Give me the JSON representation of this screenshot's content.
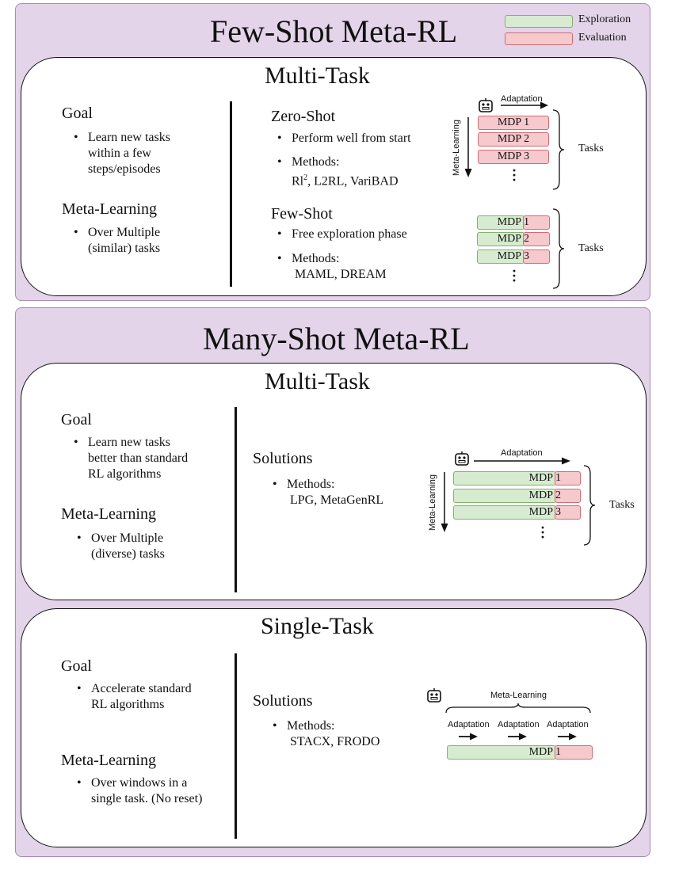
{
  "legend": {
    "exploration": "Exploration",
    "evaluation": "Evaluation",
    "exploration_color": "#d6ebcf",
    "evaluation_color": "#f6c9cc"
  },
  "few_shot": {
    "title": "Few-Shot Meta-RL",
    "multi_task": {
      "title": "Multi-Task",
      "goal": {
        "heading": "Goal",
        "bullet": "Learn new tasks\nwithin a few\nsteps/episodes"
      },
      "meta_learning": {
        "heading": "Meta-Learning",
        "bullet": "Over Multiple\n(similar) tasks"
      },
      "zero_shot": {
        "heading": "Zero-Shot",
        "bullet1": "Perform well from start",
        "bullet2_label": "Methods:",
        "methods_prefix": "Rl",
        "methods_sup": "2",
        "methods_rest": ", L2RL, VariBAD"
      },
      "few_shot": {
        "heading": "Few-Shot",
        "bullet1": "Free exploration phase",
        "bullet2_label": "Methods:",
        "methods": "MAML, DREAM"
      },
      "diagram_zero": {
        "adaptation": "Adaptation",
        "meta_learning": "Meta-Learning",
        "tasks": "Tasks",
        "mdps": [
          "MDP 1",
          "MDP 2",
          "MDP 3"
        ]
      },
      "diagram_few": {
        "tasks": "Tasks",
        "mdp": "MDP",
        "nums": [
          "1",
          "2",
          "3"
        ]
      }
    }
  },
  "many_shot": {
    "title": "Many-Shot Meta-RL",
    "multi_task": {
      "title": "Multi-Task",
      "goal": {
        "heading": "Goal",
        "bullet": "Learn new tasks\nbetter than standard\nRL algorithms"
      },
      "meta_learning": {
        "heading": "Meta-Learning",
        "bullet": "Over Multiple\n(diverse) tasks"
      },
      "solutions": {
        "heading": "Solutions",
        "bullet_label": "Methods:",
        "methods": "LPG, MetaGenRL"
      },
      "diagram": {
        "adaptation": "Adaptation",
        "meta_learning": "Meta-Learning",
        "tasks": "Tasks",
        "mdp": "MDP",
        "nums": [
          "1",
          "2",
          "3"
        ]
      }
    },
    "single_task": {
      "title": "Single-Task",
      "goal": {
        "heading": "Goal",
        "bullet": "Accelerate standard\nRL algorithms"
      },
      "meta_learning": {
        "heading": "Meta-Learning",
        "bullet": "Over windows in a\nsingle task. (No reset)"
      },
      "solutions": {
        "heading": "Solutions",
        "bullet_label": "Methods:",
        "methods": "STACX, FRODO"
      },
      "diagram": {
        "meta_learning": "Meta-Learning",
        "adaptations": [
          "Adaptation",
          "Adaptation",
          "Adaptation"
        ],
        "mdp": "MDP",
        "num": "1"
      }
    }
  }
}
